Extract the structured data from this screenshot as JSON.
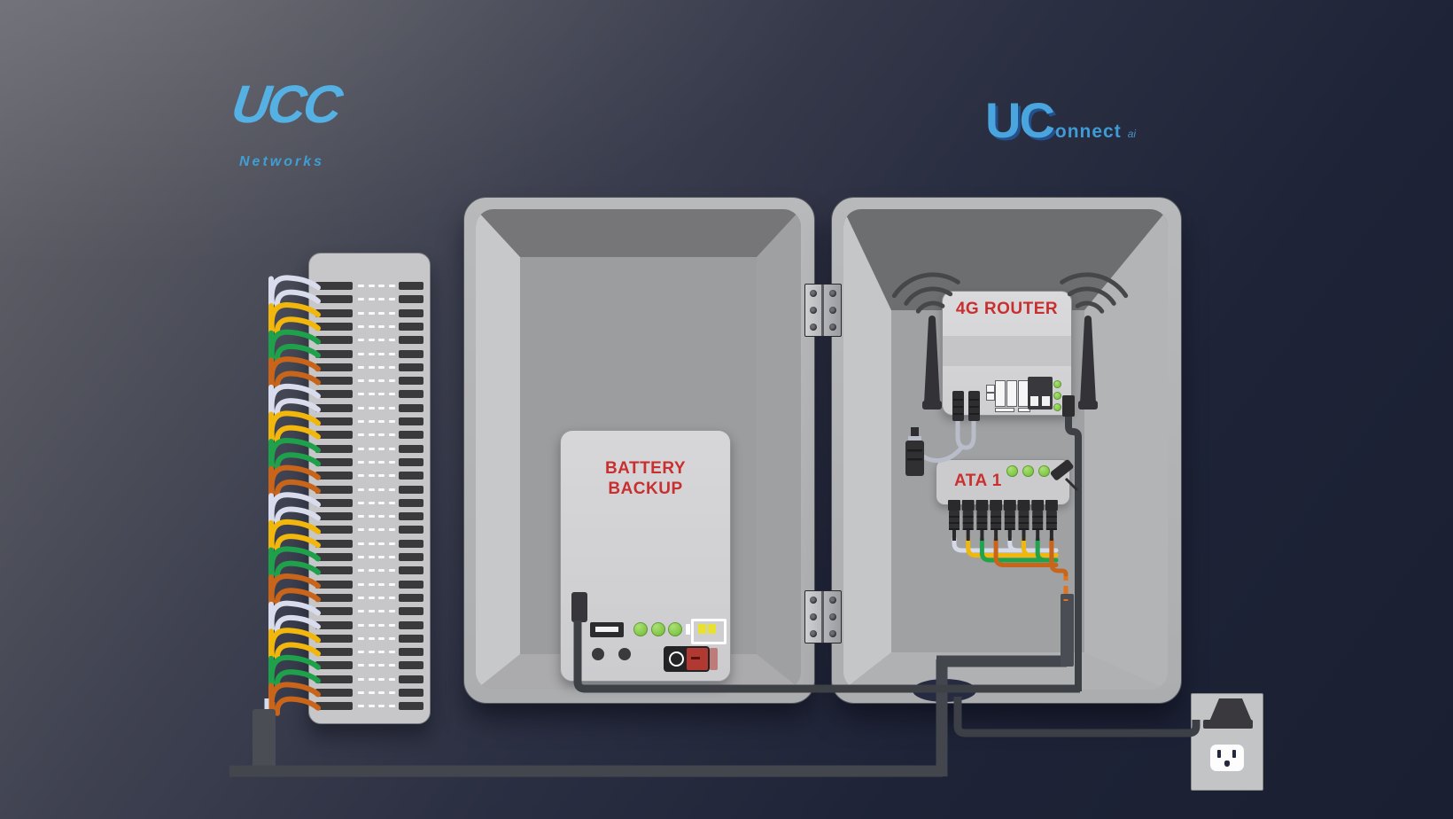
{
  "logos": {
    "ucc": {
      "title": "UCC",
      "subtitle": "Networks",
      "color": "#55b1e4"
    },
    "uconnect": {
      "part1": "UC",
      "part2": "onnect",
      "suffix": "ai",
      "color": "#4aa4de",
      "shadow_color": "#23518b"
    }
  },
  "enclosure": {
    "battery": {
      "line1": "BATTERY",
      "line2": "BACKUP",
      "label_color": "#c92f2f",
      "led_count": 3,
      "led_color": "#7dc243",
      "battery_level_color": "#e8e12f",
      "switch_red_color": "#b03a32"
    },
    "router": {
      "label": "4G ROUTER",
      "label_color": "#c92f2f",
      "led_count": 3,
      "led_color": "#7dc243",
      "antenna_count": 2,
      "wifi_symbol_count": 2
    },
    "ata": {
      "label": "ATA 1",
      "label_color": "#c92f2f",
      "led_count": 3,
      "led_color": "#7dc243",
      "phone_port_count": 8,
      "port_cable_colors": [
        "#d6d9e8",
        "#f0b70d",
        "#21a24d",
        "#c8651b",
        "#d6d9e8",
        "#f0b70d",
        "#21a24d",
        "#c8651b"
      ],
      "uplink_cable_color": "#b9bdc9",
      "line_drop_color": "#e0731c",
      "line_drop_style": "dashed"
    }
  },
  "punch_block": {
    "row_count": 32,
    "pair_colors": [
      "#d9dcec",
      "#f2b70c",
      "#1fa14c",
      "#c8651b",
      "#d9dcec",
      "#f2b70c",
      "#1fa14c",
      "#c8651b",
      "#d9dcec",
      "#f2b70c",
      "#1fa14c",
      "#c8651b",
      "#d9dcec",
      "#f2b70c",
      "#1fa14c",
      "#c8651b"
    ],
    "body_color": "#c7c7c9",
    "contact_color": "#3a3a3c",
    "dash_color": "#ffffff"
  },
  "wall_outlet": {
    "plate_color": "#c3c4c6",
    "plug_color": "#3a3a3e"
  },
  "wiring": {
    "power_cable_color": "#43464c",
    "telco_connector_color": "#4a4d53"
  },
  "wifi": {
    "arc_color": "#46474b",
    "arcs_per_symbol": 3
  }
}
